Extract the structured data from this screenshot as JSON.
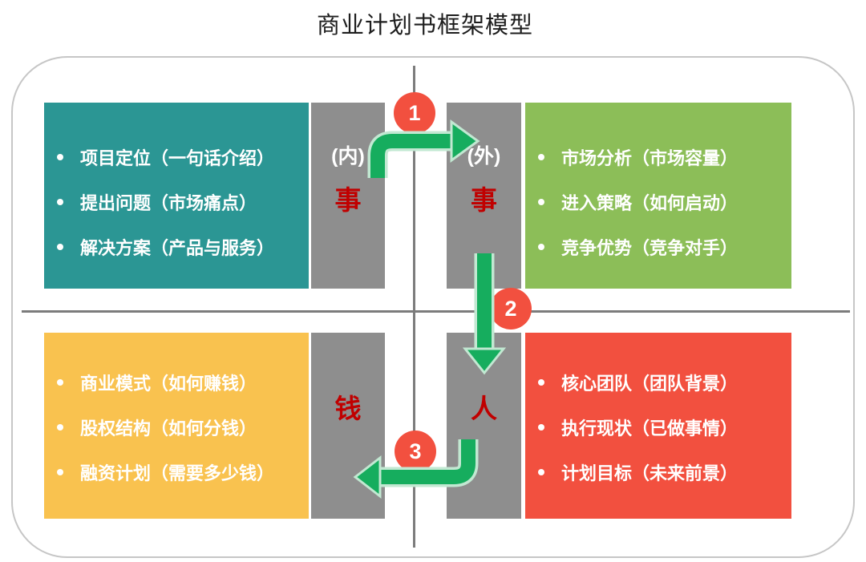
{
  "title": "商业计划书框架模型",
  "colors": {
    "teal": "#2B9694",
    "green": "#8CBE58",
    "yellow": "#F9C24F",
    "red": "#F2503F",
    "gray": "#8E8E8E",
    "arrow_green": "#16AD5E",
    "badge_red": "#F2503F",
    "accent_dark_red": "#C00000",
    "axis_gray": "#7C7C7C"
  },
  "quadrants": {
    "project": {
      "items": [
        "项目定位（一句话介绍）",
        "提出问题（市场痛点）",
        "解决方案（产品与服务）"
      ]
    },
    "market": {
      "items": [
        "市场分析（市场容量）",
        "进入策略（如何启动）",
        "竞争优势（竞争对手）"
      ]
    },
    "money": {
      "items": [
        "商业模式（如何赚钱）",
        "股权结构（如何分钱）",
        "融资计划（需要多少钱）"
      ]
    },
    "team": {
      "items": [
        "核心团队（团队背景）",
        "执行现状（已做事情）",
        "计划目标（未来前景）"
      ]
    }
  },
  "axis_labels": {
    "inner": {
      "scope": "(内)",
      "word": "事"
    },
    "outer": {
      "scope": "(外)",
      "word": "事"
    },
    "money": {
      "word": "钱"
    },
    "people": {
      "word": "人"
    }
  },
  "steps": {
    "one": "1",
    "two": "2",
    "three": "3"
  }
}
